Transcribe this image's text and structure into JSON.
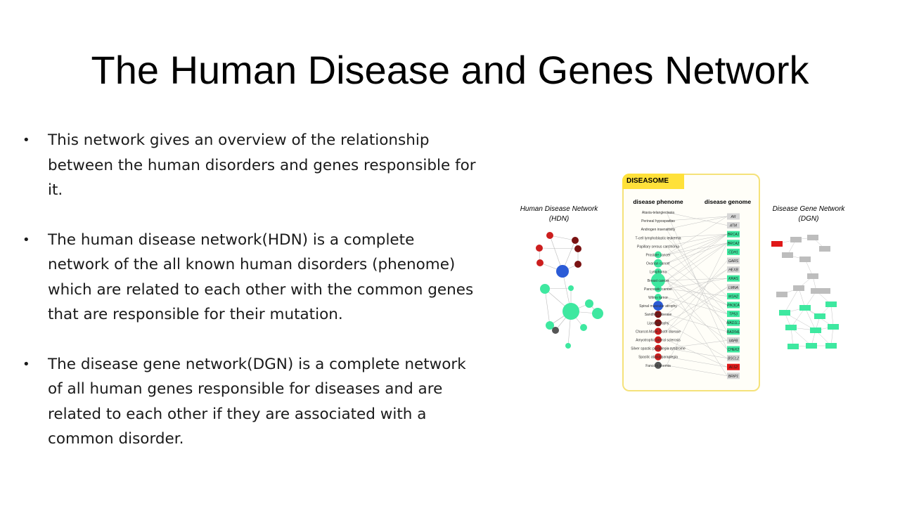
{
  "slide": {
    "title": "The Human Disease and Genes Network",
    "bullets": [
      "This network gives an overview of the relationship between the human disorders and genes responsible for it.",
      "The human disease network(HDN) is a complete network of the all known human disorders (phenome) which are related to each other with the common genes that are responsible for their mutation.",
      "The disease gene network(DGN) is a complete network of all human genes responsible for diseases and are related to each other if they are associated with a common disorder."
    ]
  },
  "figure": {
    "diseasome_label": "DISEASOME",
    "hdn_title_line1": "Human Disease Network",
    "hdn_title_line2": "(HDN)",
    "phenome_header": "disease phenome",
    "genome_header": "disease genome",
    "dgn_title_line1": "Disease Gene Network",
    "dgn_title_line2": "(DGN)",
    "phenome_items": [
      "Ataxia-telangiectasia",
      "Perineal hypospadias",
      "Androgen insensitivity",
      "T-cell lymphoblastic leukemia",
      "Papillary serous carcinoma",
      "Prostate cancer",
      "Ovarian cancer",
      "Lymphoma",
      "Breast cancer",
      "Pancreatic cancer",
      "Wilms tumor",
      "Spinal muscular atrophy",
      "Sandhoff disease",
      "Lipodystrophy",
      "Charcot-Marie-Tooth disease",
      "Amyotrophic lateral sclerosis",
      "Silver spastic paraplegia syndrome",
      "Spastic ataxia/paraplegia",
      "Fanconi anemia"
    ],
    "gene_items": [
      "AR",
      "ATM",
      "BRCA1",
      "BRCA2",
      "CDH1",
      "GARS",
      "HEXB",
      "KRAS",
      "LMNA",
      "MSH2",
      "PIK3CA",
      "TP53",
      "MAD1L1",
      "RAD54L",
      "VAPB",
      "CHEK2",
      "BSCL2",
      "ALS2",
      "BRIP1"
    ],
    "colors": {
      "cancer": "#3ee8a0",
      "neuro": "#cc1e1e",
      "blue": "#2b5bd6",
      "gray": "#bdbdbd",
      "dark_red": "#7a1212",
      "dark_gray": "#555555"
    }
  }
}
